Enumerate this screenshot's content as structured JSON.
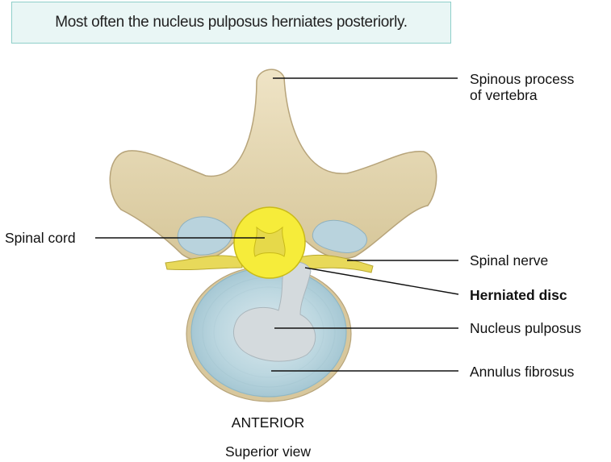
{
  "caption": "Most often the nucleus pulposus herniates posteriorly.",
  "labels": {
    "spinous_process_line1": "Spinous process",
    "spinous_process_line2": "of vertebra",
    "spinal_cord": "Spinal cord",
    "spinal_nerve": "Spinal nerve",
    "herniated_disc": "Herniated disc",
    "nucleus_pulposus": "Nucleus pulposus",
    "annulus_fibrosus": "Annulus fibrosus"
  },
  "orientation": "ANTERIOR",
  "view": "Superior view",
  "colors": {
    "bone": "#e6d8b4",
    "disc": "#bfd9e2",
    "nucleus": "#d9dee2",
    "cord": "#ecdf4a",
    "nerve": "#e8d95a",
    "caption_bg": "#e9f6f5",
    "caption_border": "#8fcfca"
  }
}
